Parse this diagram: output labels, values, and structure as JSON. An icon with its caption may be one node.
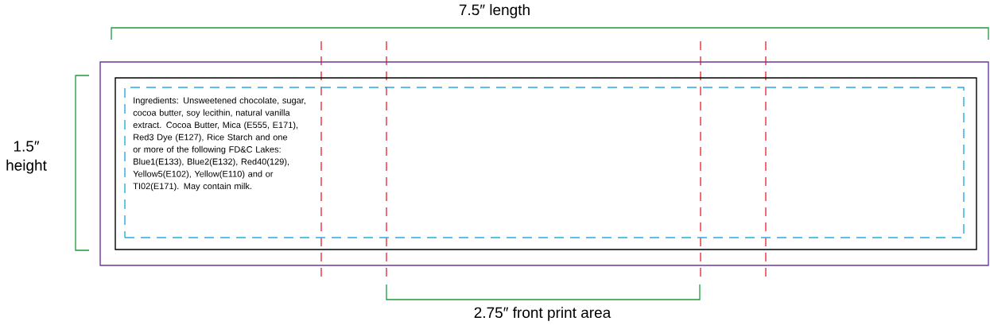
{
  "diagram": {
    "nodes": [
      {
        "text": [],
        "shape": "box"
      },
      {
        "text": [],
        "shape": "box",
        "in": 0
      },
      {
        "text": [
          "Ingredients: Unsweetened chocolate, sugar, cocoa butter, soy lecithin, natural vanilla extract. Cocoa Butter, Mica (E555, E171), Red3 Dye (E127), Rice Starch and one or more of the following FD&C Lakes: Blue1(E133), Blue2(E132), Red40(129), Yellow5(E102), Yellow(E110) and or TI02(E171). May contain milk."
        ],
        "in": 1
      }
    ],
    "labels": [
      "7.5″ length",
      "1.5″ height",
      "2.75″ front print area"
    ]
  }
}
